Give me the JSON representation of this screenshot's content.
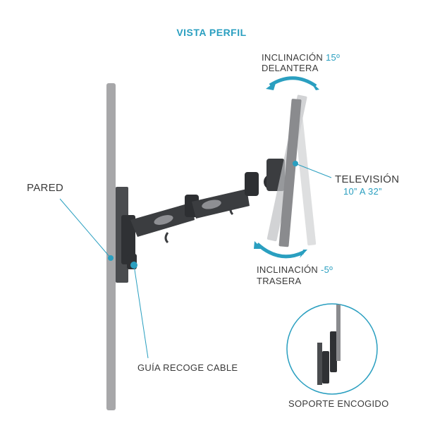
{
  "title": "VISTA PERFIL",
  "labels": {
    "tilt_forward_text": "INCLINACIÓN",
    "tilt_forward_value": "15º",
    "tilt_forward_sub": "DELANTERA",
    "tv_title": "TELEVISIÓN",
    "tv_size": "10” A 32”",
    "wall": "PARED",
    "tilt_back_text": "INCLINACIÓN",
    "tilt_back_value": "-5º",
    "tilt_back_sub": "TRASERA",
    "cable_guide": "GUÍA RECOGE CABLE",
    "folded": "SOPORTE ENCOGIDO"
  },
  "colors": {
    "accent": "#2a9fc0",
    "text": "#3a3a3a",
    "wall": "#a7a7a9",
    "metal": "#3b3d40"
  },
  "icons": {
    "tilt_forward_arrow": "curved-double-arrow",
    "tilt_back_arrow": "curved-double-arrow"
  }
}
